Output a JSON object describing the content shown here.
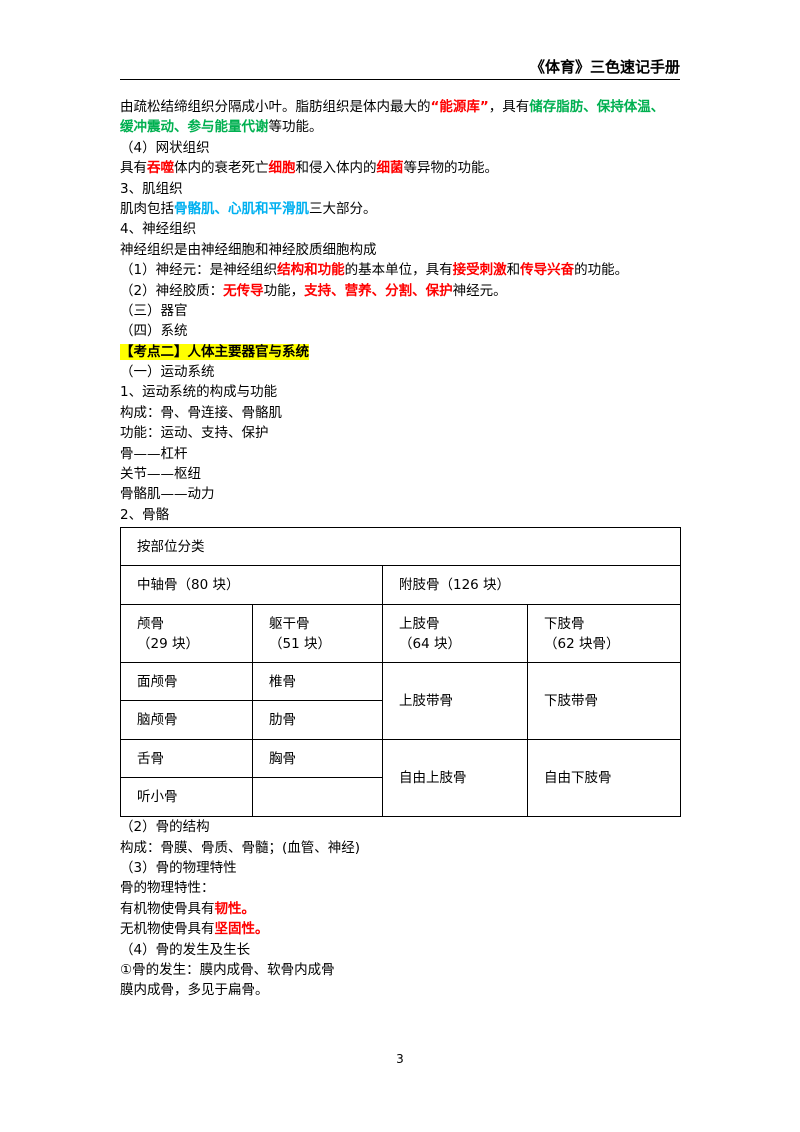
{
  "header": {
    "title": "《体育》三色速记手册"
  },
  "p1": {
    "a": "由疏松结缔组织分隔成小叶。脂肪组织是体内最大的",
    "b": "“能源库”",
    "c": "，具有",
    "d": "储存脂肪、保持体温、",
    "e": "缓冲震动、参与能量代谢",
    "f": "等功能。"
  },
  "reticular": {
    "heading": "（4）网状组织",
    "a": "具有",
    "b": "吞噬",
    "c": "体内的衰老死亡",
    "d": "细胞",
    "e": "和侵入体内的",
    "f": "细菌",
    "g": "等异物的功能。"
  },
  "muscle": {
    "heading": "3、肌组织",
    "a": "肌肉包括",
    "b": "骨骼肌、心肌和平滑肌",
    "c": "三大部分。"
  },
  "nerve": {
    "heading": "4、神经组织",
    "line1": "神经组织是由神经细胞和神经胶质细胞构成",
    "n1a": "（1）神经元：是神经组织",
    "n1b": "结构和功能",
    "n1c": "的基本单位，具有",
    "n1d": "接受刺激",
    "n1e": "和",
    "n1f": "传导兴奋",
    "n1g": "的功能。",
    "n2a": "（2）神经胶质：",
    "n2b": "无传导",
    "n2c": "功能，",
    "n2d": "支持、营养、分割、保护",
    "n2e": "神经元。"
  },
  "organs": {
    "organ": "（三）器官",
    "system": "（四）系统"
  },
  "kaodian": {
    "label": "【考点二】人体主要器官与系统"
  },
  "motor": {
    "heading": "（一）运动系统",
    "sub1": "1、运动系统的构成与功能",
    "composition": "构成：骨、骨连接、骨骼肌",
    "function": "功能：运动、支持、保护",
    "bone_lever": "骨——杠杆",
    "joint_pivot": "关节——枢纽",
    "muscle_power": "骨骼肌——动力",
    "sub2": "2、骨骼"
  },
  "table": {
    "header": "按部位分类",
    "axial": "中轴骨（80 块）",
    "appendicular": "附肢骨（126 块）",
    "skull": "颅骨",
    "skull_count": "（29 块）",
    "trunk": "躯干骨",
    "trunk_count": "（51 块）",
    "upper": "上肢骨",
    "upper_count": "（64 块）",
    "lower": "下肢骨",
    "lower_count": "（62 块骨）",
    "facial": "面颅骨",
    "vertebra": "椎骨",
    "upper_girdle": "上肢带骨",
    "lower_girdle": "下肢带骨",
    "brain": "脑颅骨",
    "rib": "肋骨",
    "hyoid": "舌骨",
    "sternum": "胸骨",
    "free_upper": "自由上肢骨",
    "free_lower": "自由下肢骨",
    "ossicle": "听小骨"
  },
  "structure": {
    "heading": "（2）骨的结构",
    "composition": "构成：骨膜、骨质、骨髓；(血管、神经)"
  },
  "physical": {
    "heading": "（3）骨的物理特性",
    "label": "骨的物理特性：",
    "org_a": "有机物使骨具有",
    "org_b": "韧性。",
    "inorg_a": "无机物使骨具有",
    "inorg_b": "坚固性。"
  },
  "growth": {
    "heading": "（4）骨的发生及生长",
    "origin": "①骨的发生：膜内成骨、软骨内成骨",
    "membrane": "膜内成骨，多见于扁骨。"
  },
  "page": {
    "number": "3"
  }
}
